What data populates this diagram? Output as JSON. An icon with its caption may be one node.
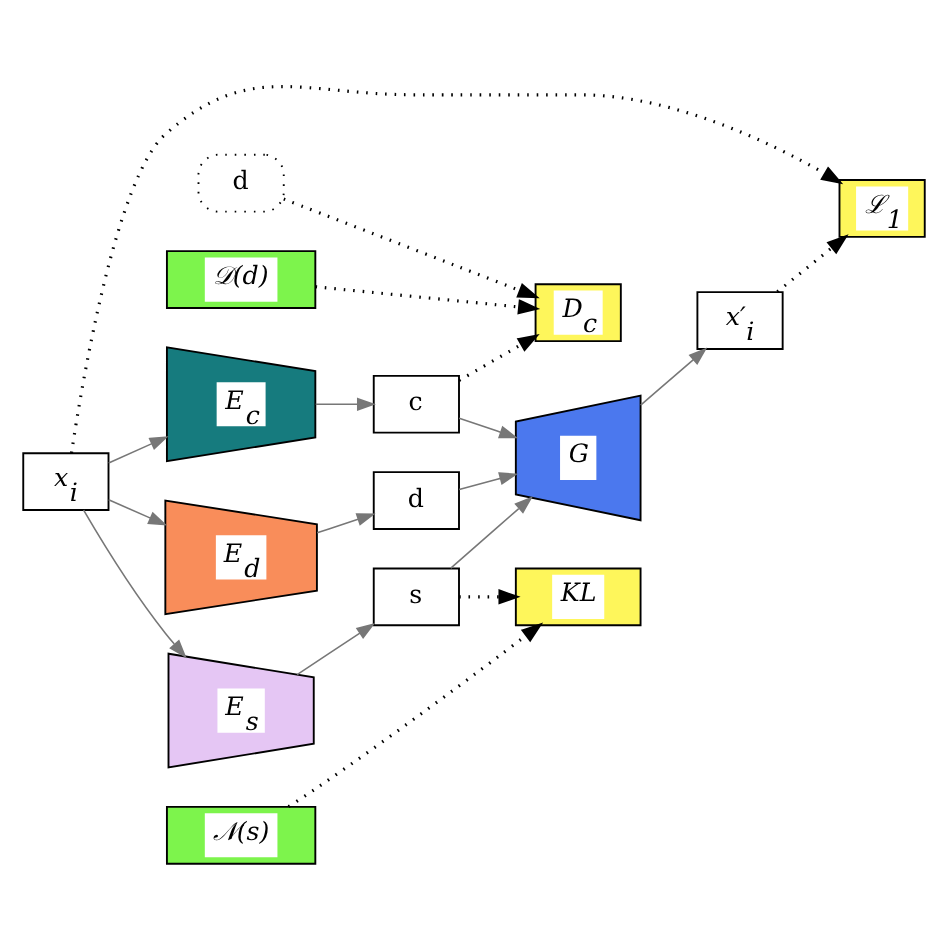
{
  "diagram": {
    "nodes": [
      {
        "text": [
          "ℒ$_{1}$"
        ]
      },
      {
        "text": [
          "d"
        ]
      },
      {
        "text": [
          "𝒟(d)"
        ]
      },
      {
        "text": [
          "D$_{c}$"
        ]
      },
      {
        "text": [
          "x$_{i}$"
        ]
      },
      {
        "text": [
          "E$_{c}$"
        ]
      },
      {
        "text": [
          "c"
        ]
      },
      {
        "text": [
          "E$_{d}$"
        ]
      },
      {
        "text": [
          "d"
        ]
      },
      {
        "text": [
          "E$_{s}$"
        ]
      },
      {
        "text": [
          "s"
        ]
      },
      {
        "text": [
          "G"
        ]
      },
      {
        "text": [
          "x′$_{i}$"
        ]
      },
      {
        "text": [
          "KL"
        ]
      },
      {
        "text": [
          "𝒩(s)"
        ]
      }
    ],
    "edges": [
      {
        "from": 4,
        "to": 0,
        "arrow": "to",
        "style": "dashed",
        "color": "#000000"
      },
      {
        "from": 12,
        "to": 0,
        "arrow": "to",
        "style": "dashed",
        "color": "#000000"
      },
      {
        "from": 1,
        "to": 3,
        "arrow": "to",
        "style": "dashed",
        "color": "#000000"
      },
      {
        "from": 2,
        "to": 3,
        "arrow": "to",
        "style": "dashed",
        "color": "#000000"
      },
      {
        "from": 6,
        "to": 3,
        "arrow": "to",
        "style": "dashed",
        "color": "#000000"
      },
      {
        "from": 4,
        "to": 5,
        "arrow": "to"
      },
      {
        "from": 4,
        "to": 7,
        "arrow": "to"
      },
      {
        "from": 4,
        "to": 9,
        "arrow": "to"
      },
      {
        "from": 5,
        "to": 6,
        "arrow": "to"
      },
      {
        "from": 7,
        "to": 8,
        "arrow": "to"
      },
      {
        "from": 9,
        "to": 10,
        "arrow": "to"
      },
      {
        "from": 6,
        "to": 11,
        "arrow": "to"
      },
      {
        "from": 8,
        "to": 11,
        "arrow": "to"
      },
      {
        "from": 10,
        "to": 11,
        "arrow": "to"
      },
      {
        "from": 11,
        "to": 12,
        "arrow": "to"
      },
      {
        "from": 10,
        "to": 13,
        "arrow": "to",
        "style": "dashed",
        "color": "#000000"
      },
      {
        "from": 14,
        "to": 13,
        "arrow": "to",
        "style": "dashed",
        "color": "#000000"
      }
    ]
  }
}
